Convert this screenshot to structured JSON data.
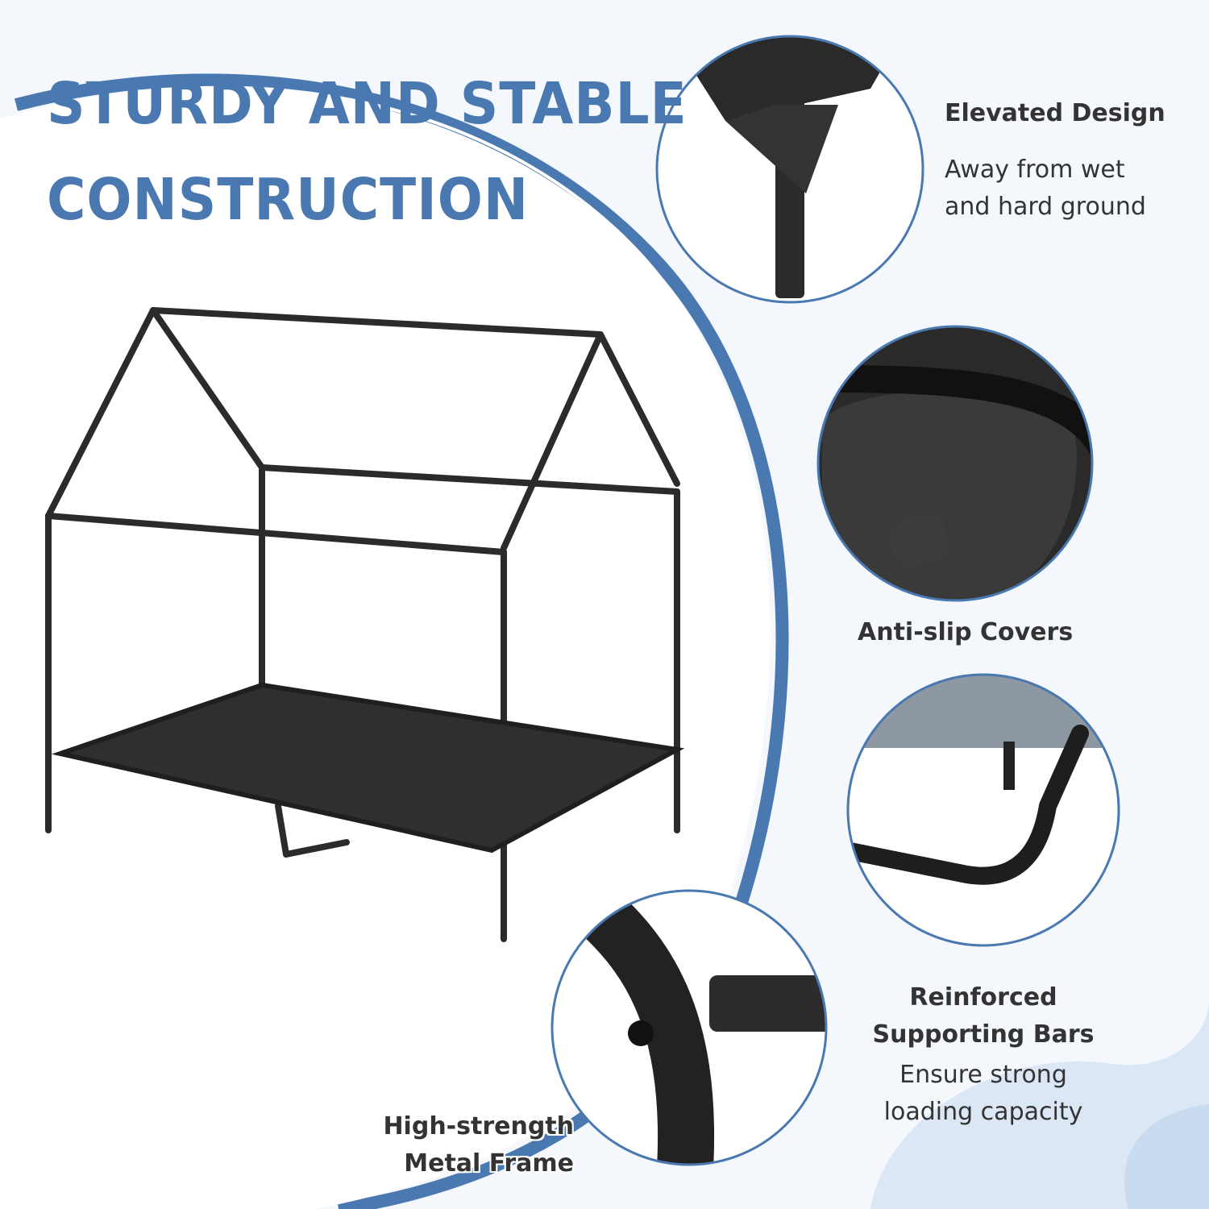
{
  "headline": {
    "line1": "STURDY AND STABLE",
    "line2": "CONSTRUCTION"
  },
  "features": [
    {
      "title": "Elevated Design",
      "line1": "Away from wet",
      "line2": "and hard ground"
    },
    {
      "title": "Anti-slip Covers"
    },
    {
      "title_line1": "Reinforced",
      "title_line2": "Supporting Bars",
      "line1": "Ensure strong",
      "line2": "loading capacity"
    },
    {
      "title_line1": "High-strength",
      "title_line2": "Metal Frame"
    }
  ],
  "colors": {
    "accent": "#4a78b0",
    "background": "#f4f8fd",
    "text": "#333333",
    "frame": "#2b2b2b"
  }
}
